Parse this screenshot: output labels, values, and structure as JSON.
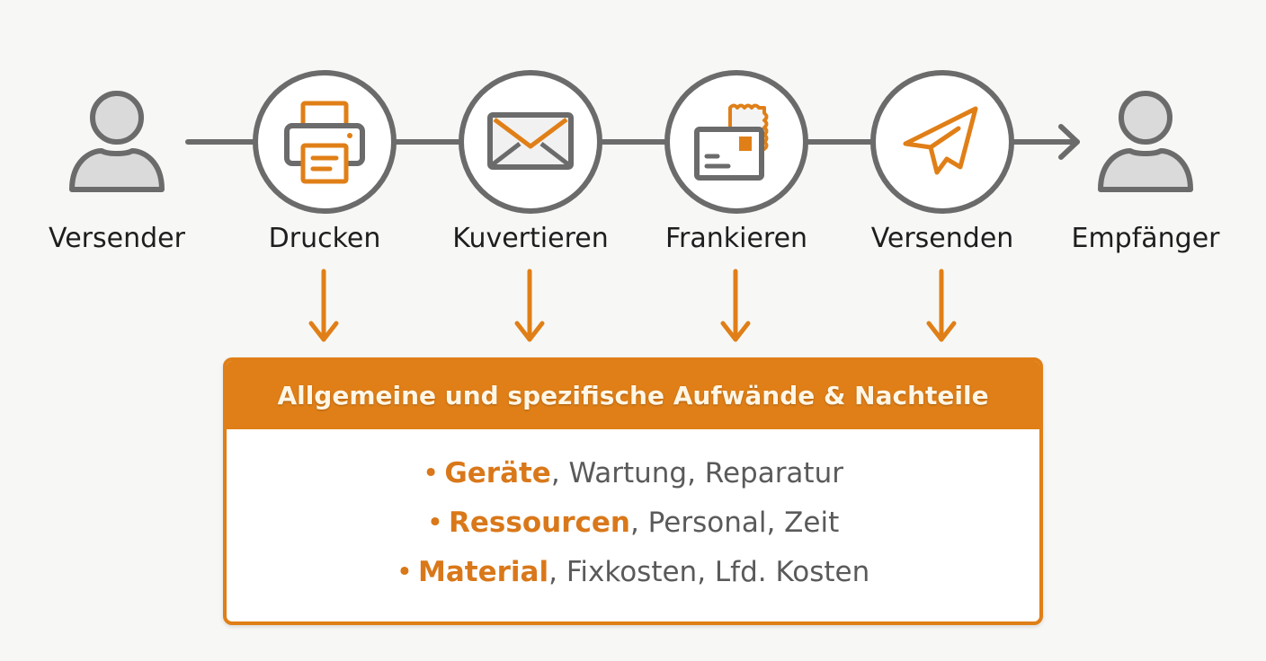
{
  "colors": {
    "accent": "#e07f17",
    "stroke_gray": "#6b6b6b",
    "fill_gray": "#dadada",
    "text_dark": "#1e1e1e",
    "text_gray": "#5a5a5a",
    "background": "#f7f7f6"
  },
  "flow": {
    "nodes": [
      {
        "id": "versender",
        "label": "Versender",
        "icon": "person-icon"
      },
      {
        "id": "drucken",
        "label": "Drucken",
        "icon": "printer-icon"
      },
      {
        "id": "kuvertieren",
        "label": "Kuvertieren",
        "icon": "envelope-icon"
      },
      {
        "id": "frankieren",
        "label": "Frankieren",
        "icon": "postage-stamp-icon"
      },
      {
        "id": "versenden",
        "label": "Versenden",
        "icon": "paper-plane-icon"
      },
      {
        "id": "empfaenger",
        "label": "Empfänger",
        "icon": "person-icon"
      }
    ]
  },
  "costs": {
    "title": "Allgemeine und spezifische Aufwände & Nachteile",
    "bullet": "•",
    "items": [
      {
        "key": "Geräte",
        "rest": ", Wartung, Reparatur"
      },
      {
        "key": "Ressourcen",
        "rest": ", Personal, Zeit"
      },
      {
        "key": "Material",
        "rest": ", Fixkosten, Lfd. Kosten"
      }
    ]
  }
}
